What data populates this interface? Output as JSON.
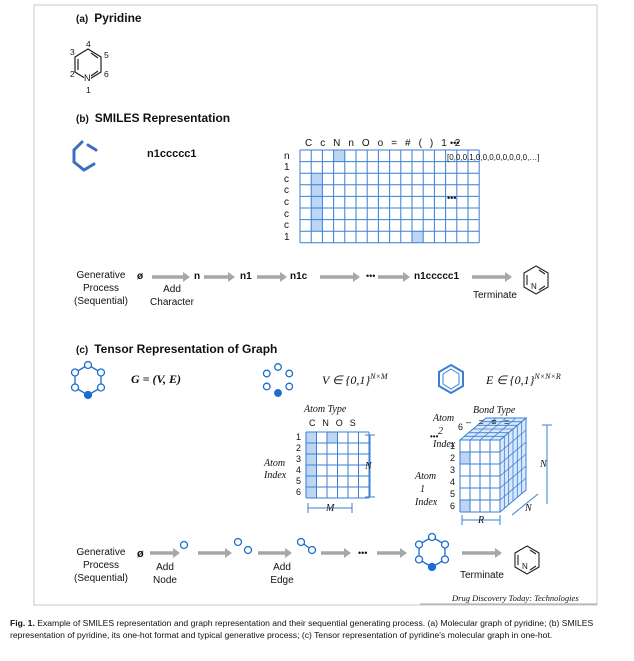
{
  "sections": {
    "a": {
      "label": "(a)",
      "title": "Pyridine",
      "atoms": [
        "3",
        "4",
        "5",
        "2",
        "N",
        "6",
        "1"
      ]
    },
    "b": {
      "label": "(b)",
      "title": "SMILES Representation",
      "smiles": "n1ccccc1",
      "onehot_cols": "C c N n O o = # ( ) 1 2",
      "onehot_more": "•••",
      "onehot_rows": [
        "n",
        "1",
        "c",
        "c",
        "c",
        "c",
        "c",
        "1"
      ],
      "vector": "[0,0,0,1,0,0,0,0,0,0,0,0,…]",
      "rows_more": "•••",
      "process_label": [
        "Generative",
        "Process",
        "(Sequential)"
      ],
      "steps": [
        "ø",
        "n",
        "n1",
        "n1c",
        "•••",
        "n1ccccc1"
      ],
      "add_char": [
        "Add",
        "Character"
      ],
      "terminate": "Terminate"
    },
    "c": {
      "label": "(c)",
      "title": "Tensor Representation of Graph",
      "g_eq": "G = (V, E)",
      "v_eq": "V ∈ {0,1}",
      "v_sup": "N×M",
      "e_eq": "E ∈ {0,1}",
      "e_sup": "N×N×R",
      "atom_type": "Atom Type",
      "atom_type_cols": "C N O S",
      "atom_index": [
        "Atom",
        "Index"
      ],
      "row_idx": [
        "1",
        "2",
        "3",
        "4",
        "5",
        "6"
      ],
      "n_label": "N",
      "m_label": "M",
      "r_label": "R",
      "bond_type": "Bond Type",
      "bond_cols": "– = ≡ =",
      "atom2": [
        "Atom",
        "2",
        "Index"
      ],
      "atom1": [
        "Atom",
        "1",
        "Index"
      ],
      "atom2_six": "6",
      "atom2_dots": "•••",
      "process_label": [
        "Generative",
        "Process",
        "(Sequential)"
      ],
      "null_sym": "ø",
      "add_node": [
        "Add",
        "Node"
      ],
      "add_edge": [
        "Add",
        "Edge"
      ],
      "dots": "•••",
      "terminate": "Terminate"
    }
  },
  "source": "Drug Discovery Today: Technologies",
  "caption": {
    "fig": "Fig. 1.",
    "text": "Example of SMILES representation and graph representation and their sequential generating process. (a) Molecular graph of pyridine; (b) SMILES representation of pyridine, its one-hot format and typical generative process; (c) Tensor representation of pyridine's molecular graph in one-hot."
  },
  "colors": {
    "grid": "#3a7fd5",
    "fill": "#bcd6f3",
    "node": "#1b6ed0",
    "arrow": "#a7a7a7",
    "frame": "#bfbfbf"
  }
}
